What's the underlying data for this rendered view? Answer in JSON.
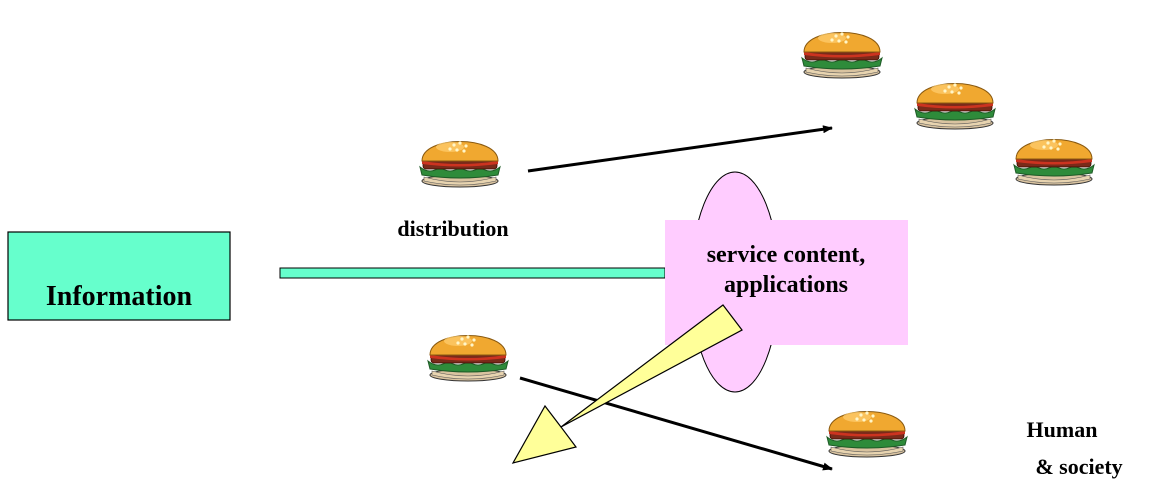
{
  "info_label": "Information",
  "distribution_label": "distribution",
  "service_label_line1": "service content,",
  "service_label_line2": "applications",
  "human_label_line1": "Human",
  "human_label_line2": "& society",
  "icon": "hamburger-icon",
  "colors": {
    "info_box": "#66ffcc",
    "bar": "#66ffcc",
    "service_box": "#ffccff",
    "service_oval": "#ffccff",
    "big_arrow": "#ffff99"
  }
}
